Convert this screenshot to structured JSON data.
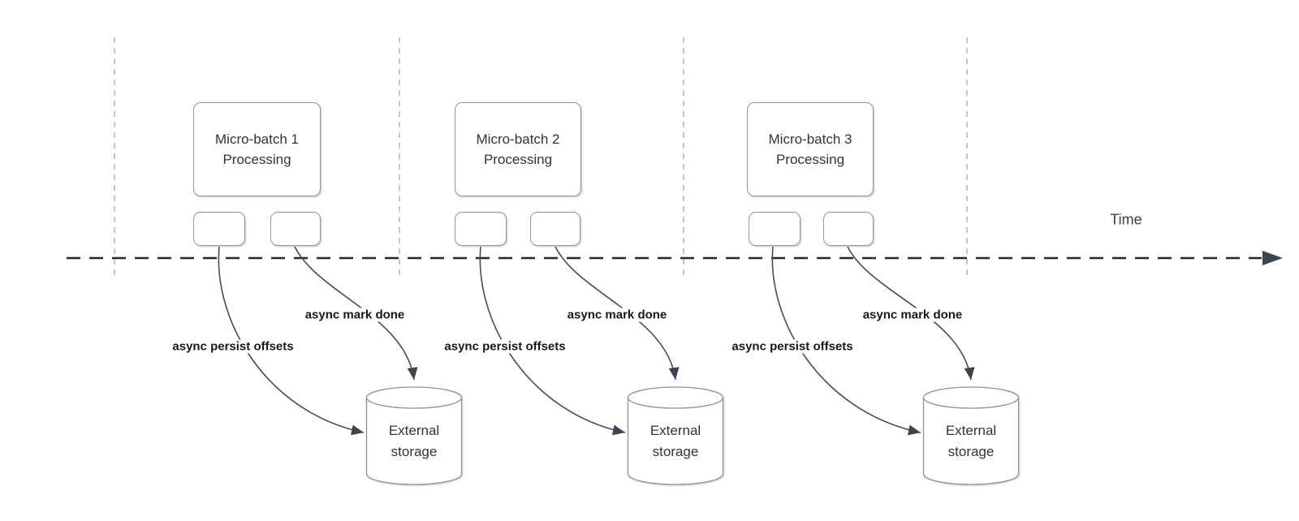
{
  "timeline": {
    "label": "Time"
  },
  "groups": [
    {
      "box_line1": "Micro-batch 1",
      "box_line2": "Processing",
      "persist_label": "async persist offsets",
      "mark_done_label": "async mark done",
      "storage_line1": "External",
      "storage_line2": "storage"
    },
    {
      "box_line1": "Micro-batch 2",
      "box_line2": "Processing",
      "persist_label": "async persist offsets",
      "mark_done_label": "async mark done",
      "storage_line1": "External",
      "storage_line2": "storage"
    },
    {
      "box_line1": "Micro-batch 3",
      "box_line2": "Processing",
      "persist_label": "async persist offsets",
      "mark_done_label": "async mark done",
      "storage_line1": "External",
      "storage_line2": "storage"
    }
  ],
  "colors": {
    "shape_stroke": "#8f949a",
    "connector": "#454d5b",
    "timeline": "#23272e",
    "arrowhead": "#3c4450",
    "dashed_guide": "#aeaeae",
    "text": "#2e343b",
    "label_text": "#14181e",
    "bg": "#ffffff"
  }
}
